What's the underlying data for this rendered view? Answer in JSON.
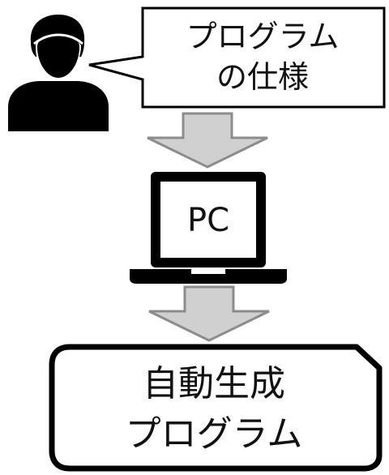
{
  "diagram": {
    "spec_bubble": {
      "line1": "プログラム",
      "line2": "の仕様"
    },
    "pc_label": "PC",
    "output_box": {
      "line1": "自動生成",
      "line2": "プログラム"
    },
    "colors": {
      "stroke": "#000000",
      "arrow_fill": "#d0d0d0",
      "arrow_stroke": "#8c8c8c",
      "background": "#ffffff"
    },
    "icons": [
      "person-icon",
      "laptop-icon",
      "down-arrow-icon"
    ]
  }
}
